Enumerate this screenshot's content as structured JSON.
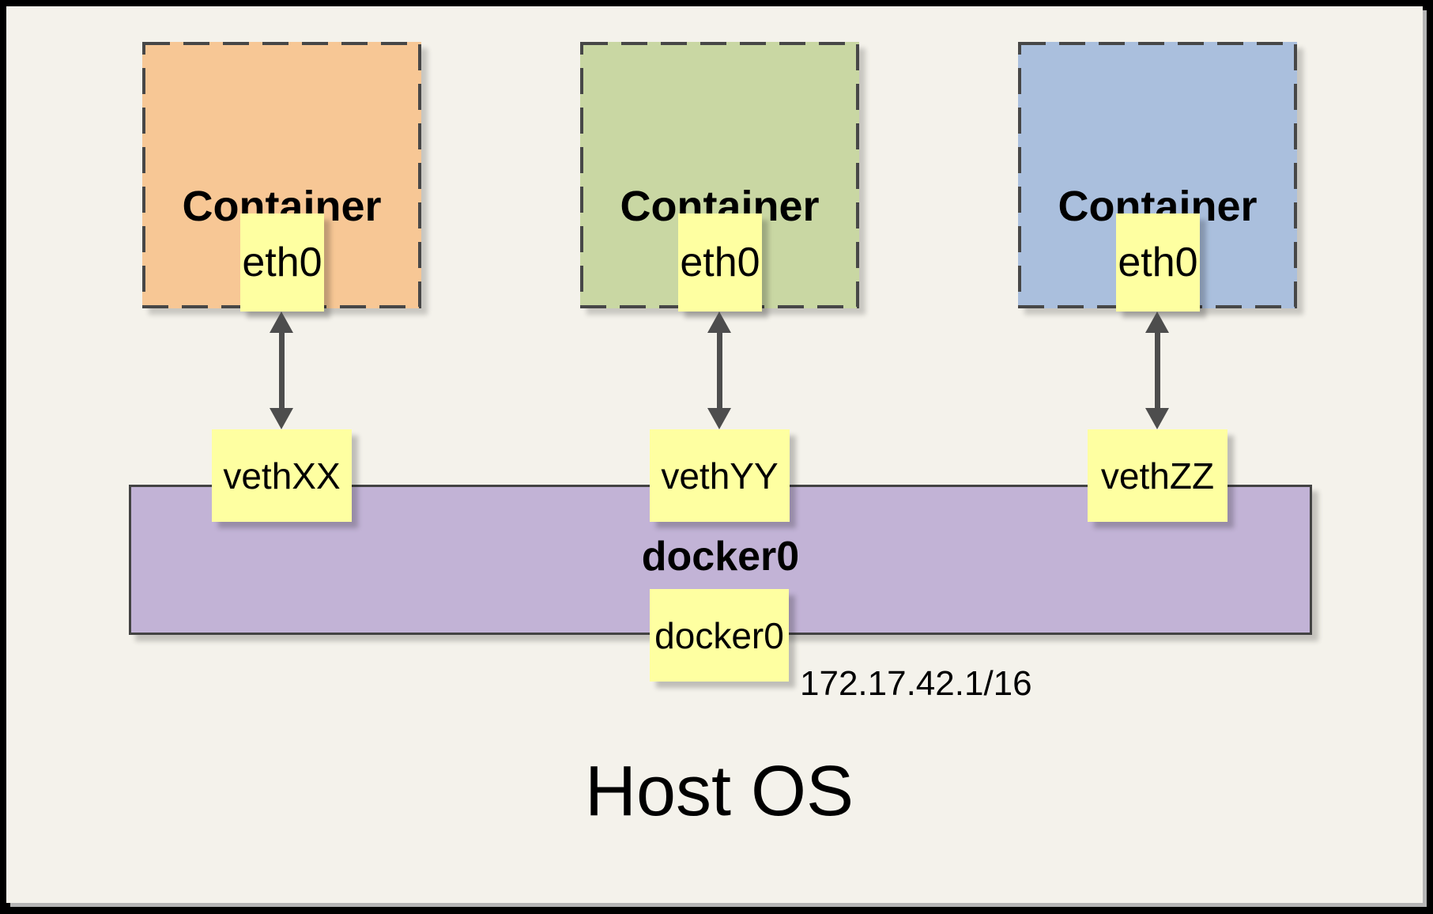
{
  "canvas": {
    "background": "#F4F2EB",
    "frame_color": "#000000"
  },
  "containers": [
    {
      "label": "Container",
      "interface": "eth0",
      "veth": "vethXX",
      "fill": "#F7C795"
    },
    {
      "label": "Container",
      "interface": "eth0",
      "veth": "vethYY",
      "fill": "#C9D7A3"
    },
    {
      "label": "Container",
      "interface": "eth0",
      "veth": "vethZZ",
      "fill": "#AABFDD"
    }
  ],
  "bridge": {
    "label": "docker0",
    "interface_box": "docker0",
    "ip_address": "172.17.42.1/16",
    "fill": "#C2B3D6"
  },
  "host": {
    "label": "Host OS"
  },
  "palette": {
    "note_fill": "#FEFFA1",
    "border_dark": "#474747",
    "arrow": "#4D4D4D"
  }
}
